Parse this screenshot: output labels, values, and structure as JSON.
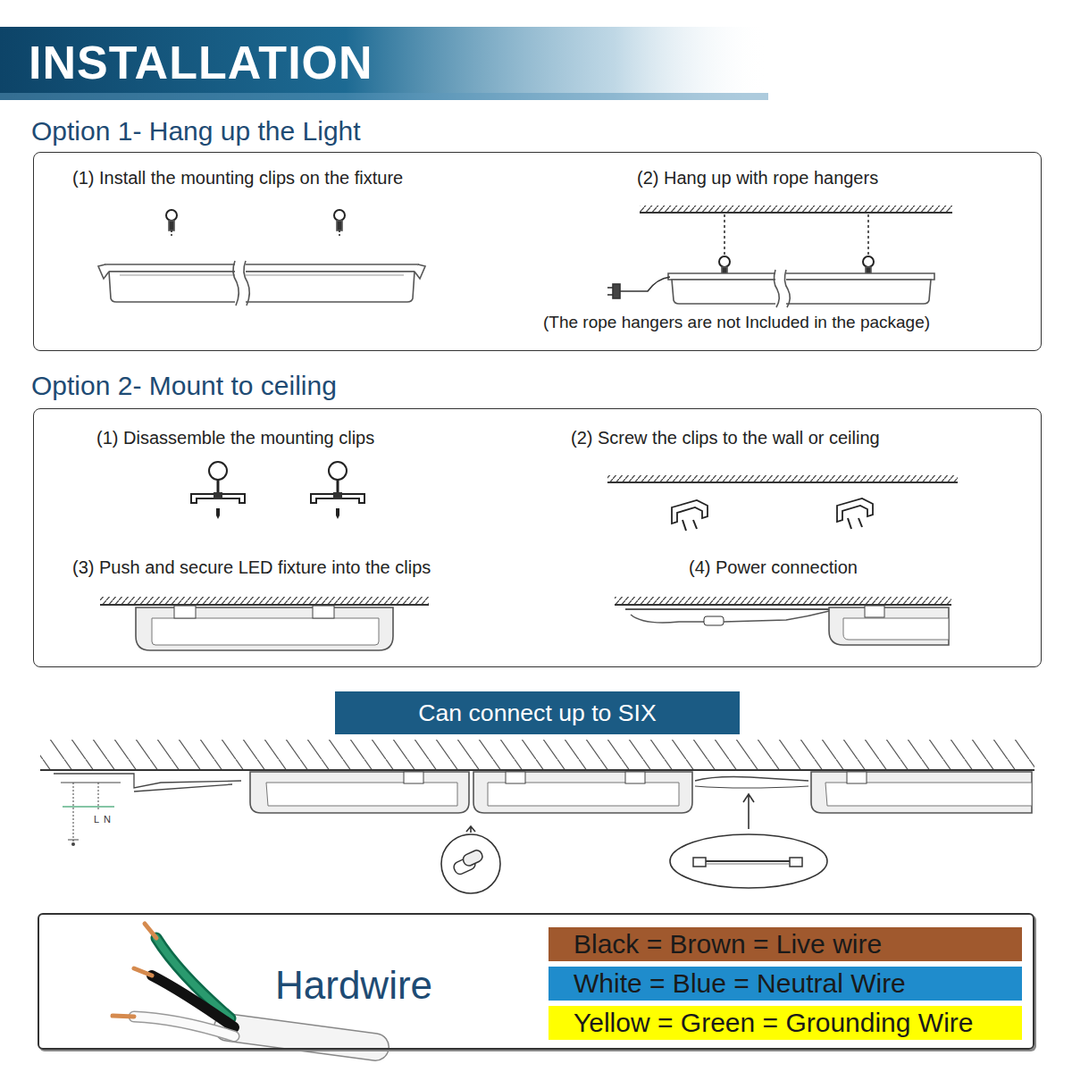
{
  "diagram": {
    "title": "INSTALLATION",
    "nodes": [
      {
        "text": [
          "Option 1- Hang up the Light",
          "(1) Install the mounting clips on the fixture",
          "(2) Hang up with rope hangers",
          "(The rope hangers are not Included in the package)"
        ]
      },
      {
        "text": [
          "Option 2- Mount to ceiling",
          "(1) Disassemble the mounting clips",
          "(2) Screw the clips to the wall or ceiling",
          "(3) Push and secure LED fixture into the clips",
          "(4) Power connection"
        ]
      },
      {
        "text": [
          "Can connect up to SIX"
        ]
      },
      {
        "text": [
          "Hardwire"
        ]
      },
      {
        "text": [
          "Black = Brown = Live wire"
        ],
        "in": 3
      },
      {
        "text": [
          "White = Blue = Neutral Wire"
        ],
        "in": 3
      },
      {
        "text": [
          "Yellow = Green = Grounding Wire"
        ],
        "in": 3
      }
    ],
    "labels": [
      "L",
      "N"
    ]
  }
}
